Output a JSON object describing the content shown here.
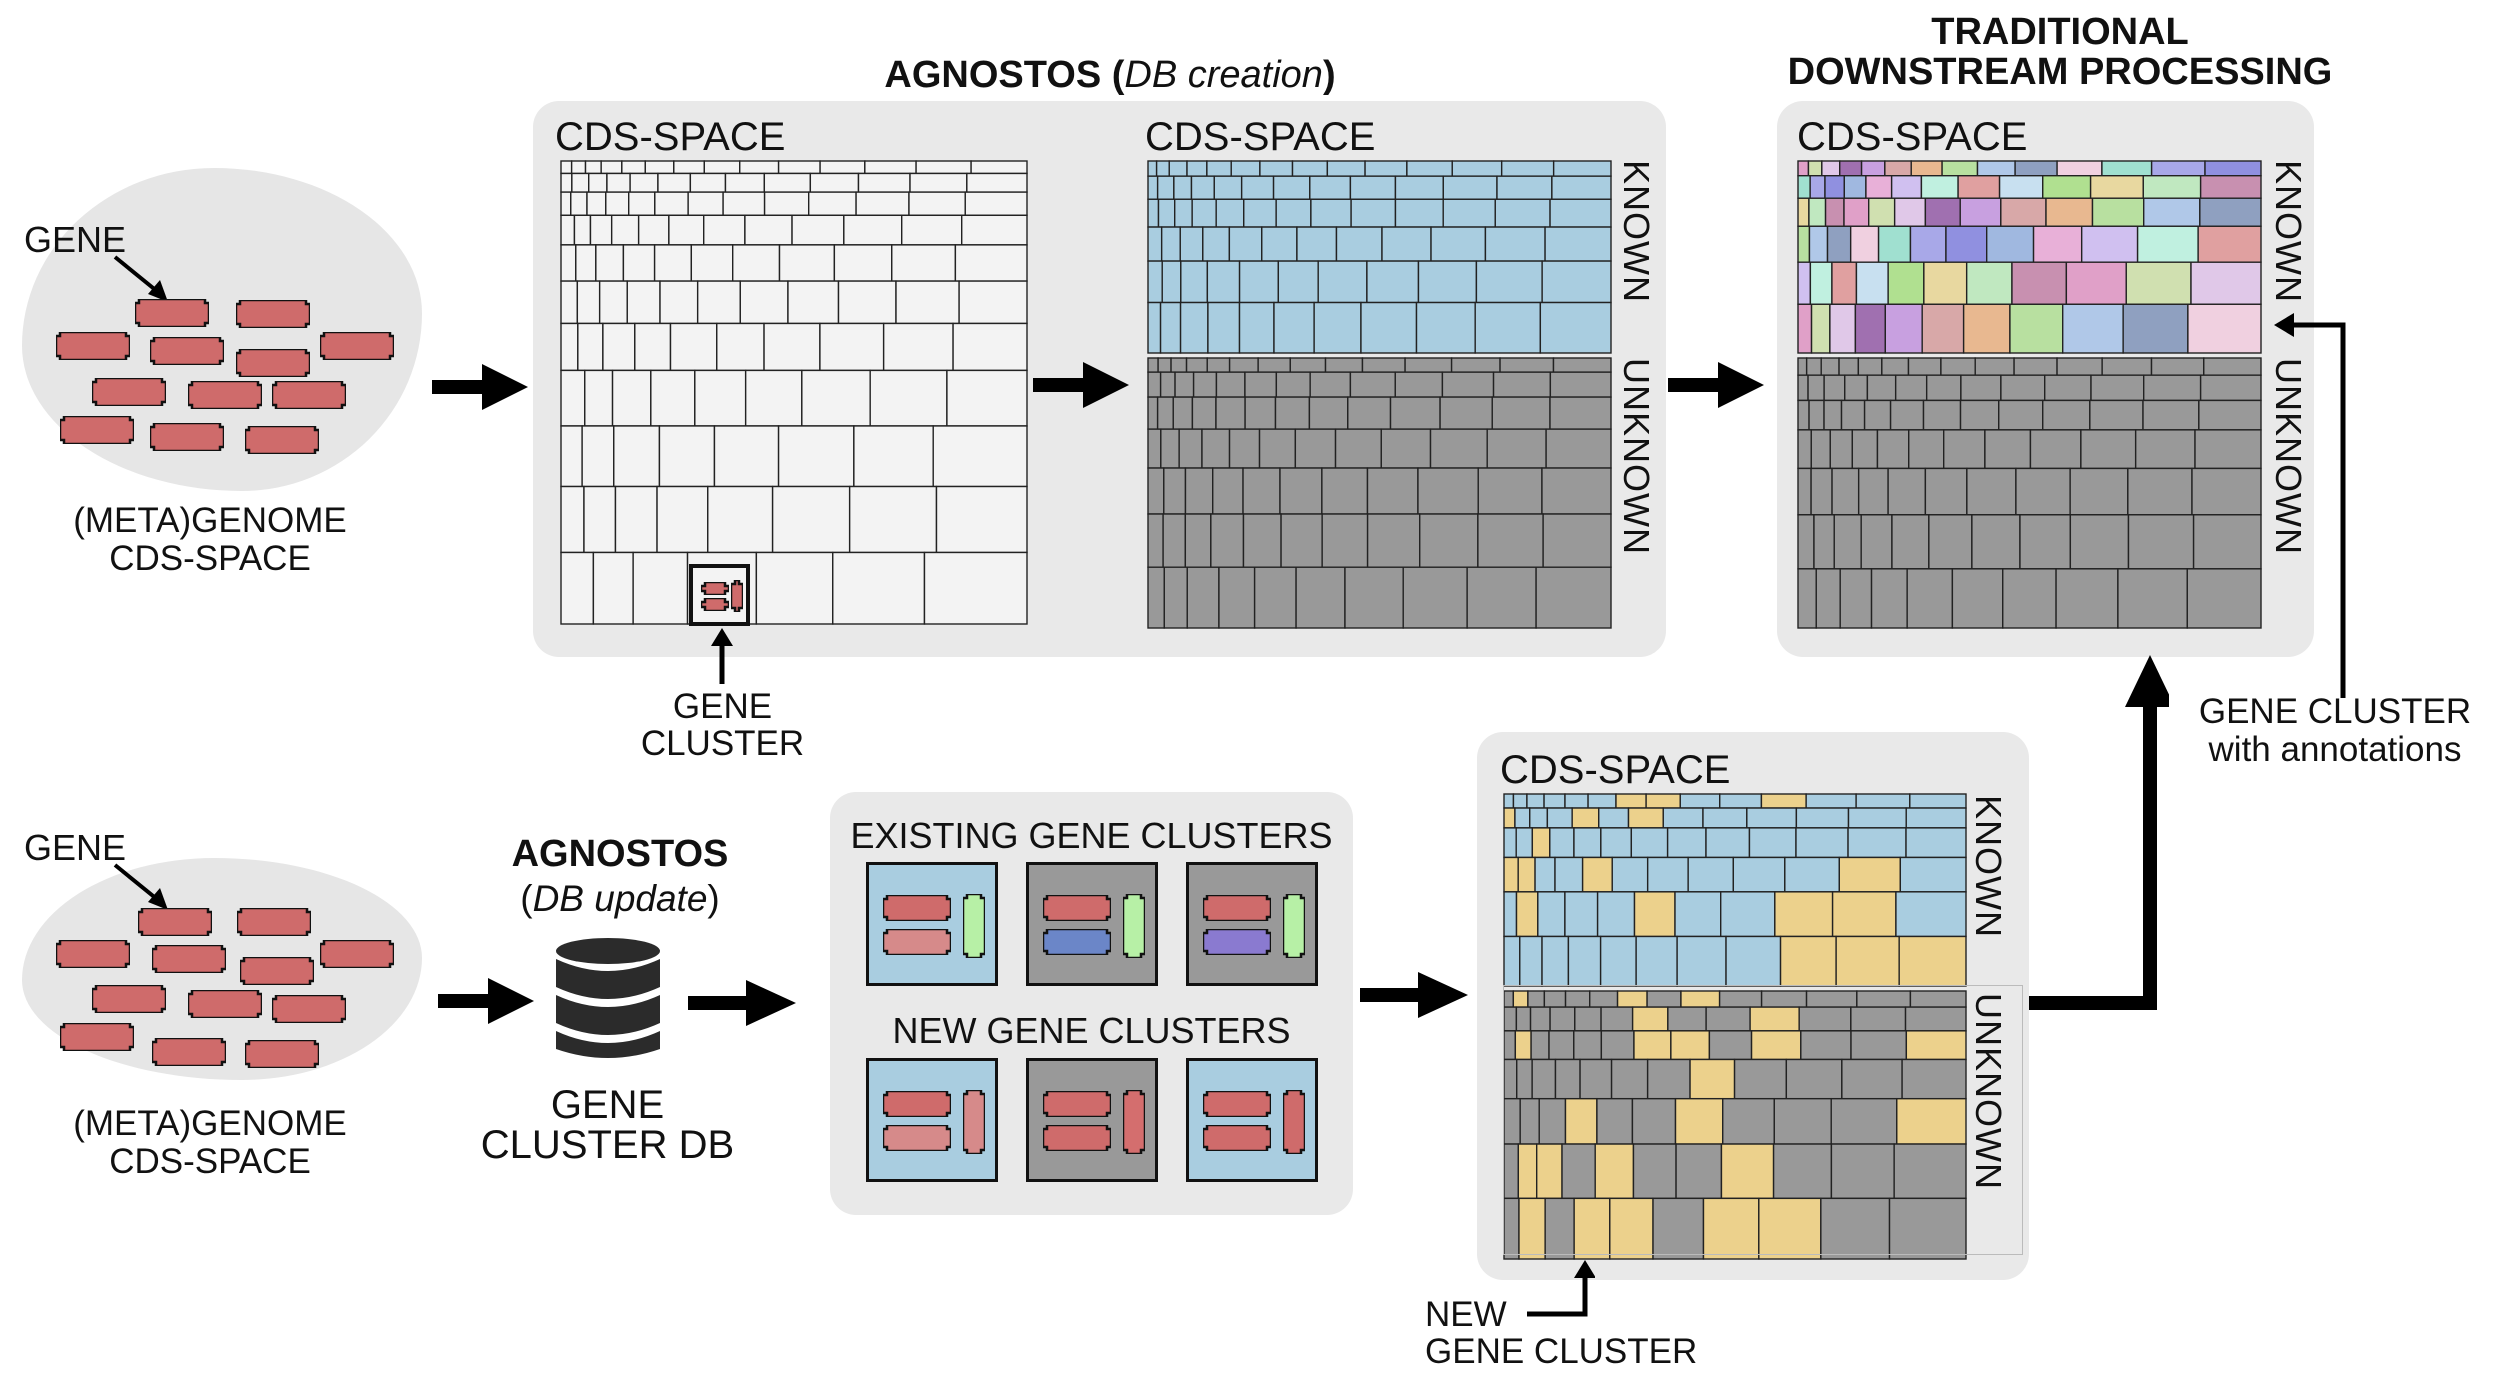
{
  "title_creation": {
    "bold": "AGNOSTOS (",
    "italic": "DB creation",
    "close": ")"
  },
  "title_update": {
    "bold": "AGNOSTOS",
    "italic": "DB update"
  },
  "title_traditional": [
    "TRADITIONAL",
    "DOWNSTREAM PROCESSING"
  ],
  "gene_label": "GENE",
  "metagenome_label": [
    "(META)GENOME",
    "CDS-SPACE"
  ],
  "cds_space_label": "CDS-SPACE",
  "known_label": "KNOWN",
  "unknown_label": "UNKNOWN",
  "gene_cluster_label": [
    "GENE",
    "CLUSTER"
  ],
  "gene_cluster_db_label": [
    "GENE",
    "CLUSTER DB"
  ],
  "existing_clusters_label": "EXISTING GENE CLUSTERS",
  "new_clusters_label": "NEW GENE CLUSTERS",
  "annotations_label": [
    "GENE CLUSTER",
    "with annotations"
  ],
  "new_gene_cluster_label": [
    "NEW",
    "GENE CLUSTER"
  ],
  "colors": {
    "panel": "#e9e9e9",
    "known": "#a9cde0",
    "unknown": "#999999",
    "new_cluster": "#ecd18c",
    "gene": "#cf6b6b",
    "grid_white": "#f3f3f3"
  },
  "icons": [
    "arrow-right-icon",
    "arrow-up-icon",
    "database-icon",
    "gene-icon"
  ]
}
